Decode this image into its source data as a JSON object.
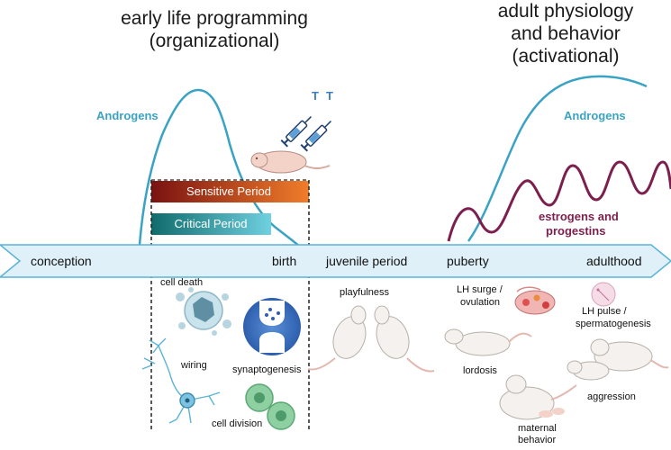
{
  "titles": {
    "early_line1": "early life programming",
    "early_line2": "(organizational)",
    "adult_line1": "adult physiology",
    "adult_line2": "and behavior",
    "adult_line3": "(activational)"
  },
  "hormones": {
    "androgens_early": "Androgens",
    "androgens_adult": "Androgens",
    "estrogens_line1": "estrogens and",
    "estrogens_line2": "progestins",
    "t_mark_1": "T",
    "t_mark_2": "T"
  },
  "periods": {
    "sensitive": "Sensitive Period",
    "critical": "Critical Period"
  },
  "timeline": {
    "conception": "conception",
    "birth": "birth",
    "juvenile": "juvenile period",
    "puberty": "puberty",
    "adulthood": "adulthood"
  },
  "processes": {
    "cell_death": "cell death",
    "wiring": "wiring",
    "synaptogenesis": "synaptogenesis",
    "cell_division": "cell division"
  },
  "behaviors": {
    "playfulness": "playfulness",
    "lh_surge_line1": "LH surge /",
    "lh_surge_line2": "ovulation",
    "lordosis": "lordosis",
    "maternal_line1": "maternal",
    "maternal_line2": "behavior",
    "lh_pulse_line1": "LH pulse /",
    "lh_pulse_line2": "spermatogenesis",
    "aggression": "aggression"
  },
  "colors": {
    "androgen": "#3aa3c4",
    "estrogen": "#7d1f4e",
    "timeline_fill": "#dff0f8",
    "timeline_stroke": "#5bb3d6",
    "sensitive_start": "#7a1212",
    "sensitive_end": "#f07d2a",
    "critical_start": "#0f6b6b",
    "critical_end": "#6fd0e0"
  }
}
